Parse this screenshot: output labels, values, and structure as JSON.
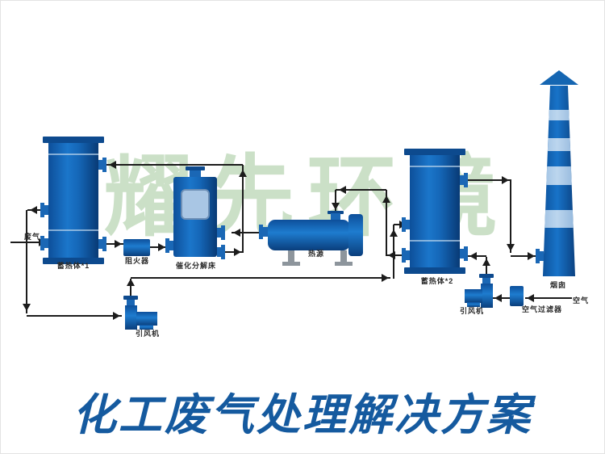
{
  "watermark": "耀先环境",
  "title": "化工废气处理解决方案",
  "labels": {
    "waste_gas": "废气",
    "tower1": "蓄热体*1",
    "flame_arrester": "阻火器",
    "catalytic_bed": "催化分解床",
    "heat_source": "热源",
    "tower2": "蓄热体*2",
    "fan1": "引风机",
    "fan2": "引风机",
    "air_filter": "空气过滤器",
    "air": "空气",
    "chimney": "烟囱"
  },
  "colors": {
    "vessel_blue": "#1567b8",
    "vessel_dark": "#0a3e7c",
    "chimney_band": "#a9c9e7",
    "watermark_green": "#c2dbbe",
    "title_blue": "#155a9f",
    "line_color": "#1c1c1c"
  }
}
